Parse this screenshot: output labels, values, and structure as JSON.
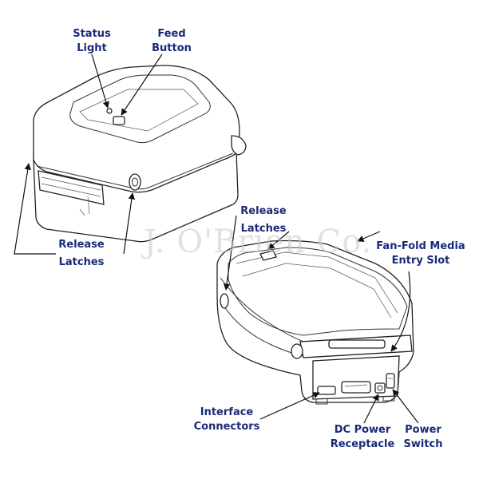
{
  "labels": {
    "status_light": [
      "Status",
      "Light"
    ],
    "feed_button": [
      "Feed",
      "Button"
    ],
    "release_latches_front": [
      "Release",
      "Latches"
    ],
    "release_latches_rear": [
      "Release",
      "Latches"
    ],
    "fanfold_media_entry_slot": [
      "Fan-Fold Media",
      "Entry Slot"
    ],
    "interface_connectors": [
      "Interface",
      "Connectors"
    ],
    "dc_power_receptacle": [
      "DC Power",
      "Receptacle"
    ],
    "power_switch": [
      "Power",
      "Switch"
    ]
  },
  "watermark": "J. O'Brien Co.",
  "colors": {
    "label_text": "#1a2a78",
    "line_art": "#222222",
    "watermark": "#c9c9c9"
  }
}
